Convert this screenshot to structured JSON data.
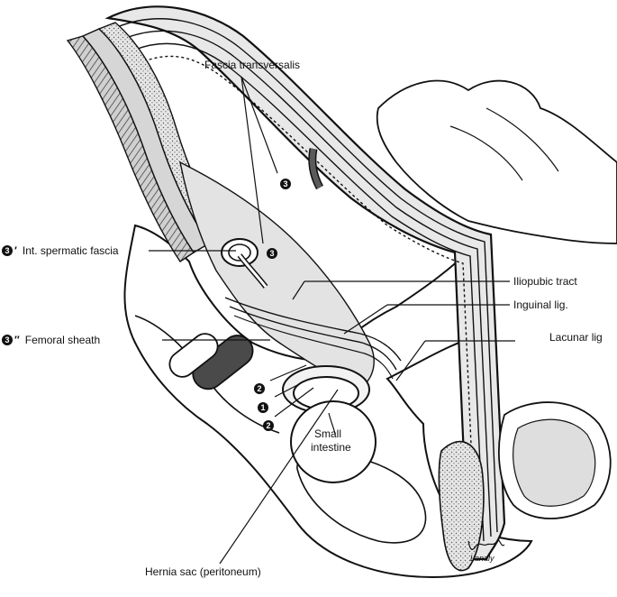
{
  "labels": {
    "fascia_transversalis": "Fascia transversalis",
    "int_spermatic_fascia": "Int. spermatic fascia",
    "int_spermatic_marker": "3",
    "int_spermatic_prime": "′",
    "femoral_sheath": "Femoral sheath",
    "femoral_sheath_marker": "3",
    "femoral_sheath_prime": "″",
    "iliopubic_tract": "Iliopubic tract",
    "inguinal_lig": "Inguinal lig.",
    "lacunar_lig": "Lacunar lig",
    "small_intestine_line1": "Small",
    "small_intestine_line2": "intestine",
    "hernia_sac": "Hernia sac (peritoneum)",
    "signature": "Lanaly"
  },
  "markers": {
    "m3_upper": "3",
    "m3_middle": "3",
    "m2_upper": "2",
    "m1": "1",
    "m2_lower": "2"
  },
  "colors": {
    "line": "#111111",
    "muscle_fill": "#d9d9d9",
    "stipple_fill": "#cfcfcf",
    "dark_vessel": "#4a4a4a",
    "bone_fill": "#ffffff"
  }
}
